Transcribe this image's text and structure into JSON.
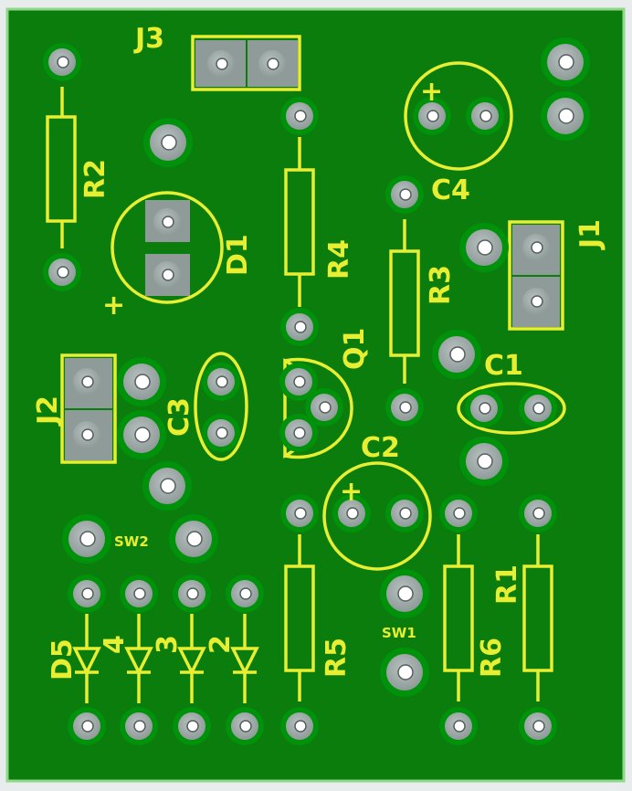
{
  "colors": {
    "board": "#0a7d0c",
    "board_edge": "#8fd88a",
    "silkscreen": "#e8ee32",
    "pad": "#8f9b99",
    "pad_ring": "#00920a",
    "background": "#e9ecec"
  },
  "labels": {
    "J3": "J3",
    "R2": "R2",
    "D1": "D1",
    "R4": "R4",
    "C4": "C4",
    "J1": "J1",
    "R3": "R3",
    "Q1": "Q1",
    "C1": "C1",
    "J2": "J2",
    "C3": "C3",
    "C2": "C2",
    "SW2": "SW2",
    "SW1": "SW1",
    "R5": "R5",
    "R6": "R6",
    "R1": "R1",
    "D5": "D5",
    "D4": "4",
    "D3": "3",
    "D2": "2"
  },
  "polarity_marks": {
    "D1_plus": "+",
    "C4_plus": "+",
    "C2_plus": "+"
  }
}
